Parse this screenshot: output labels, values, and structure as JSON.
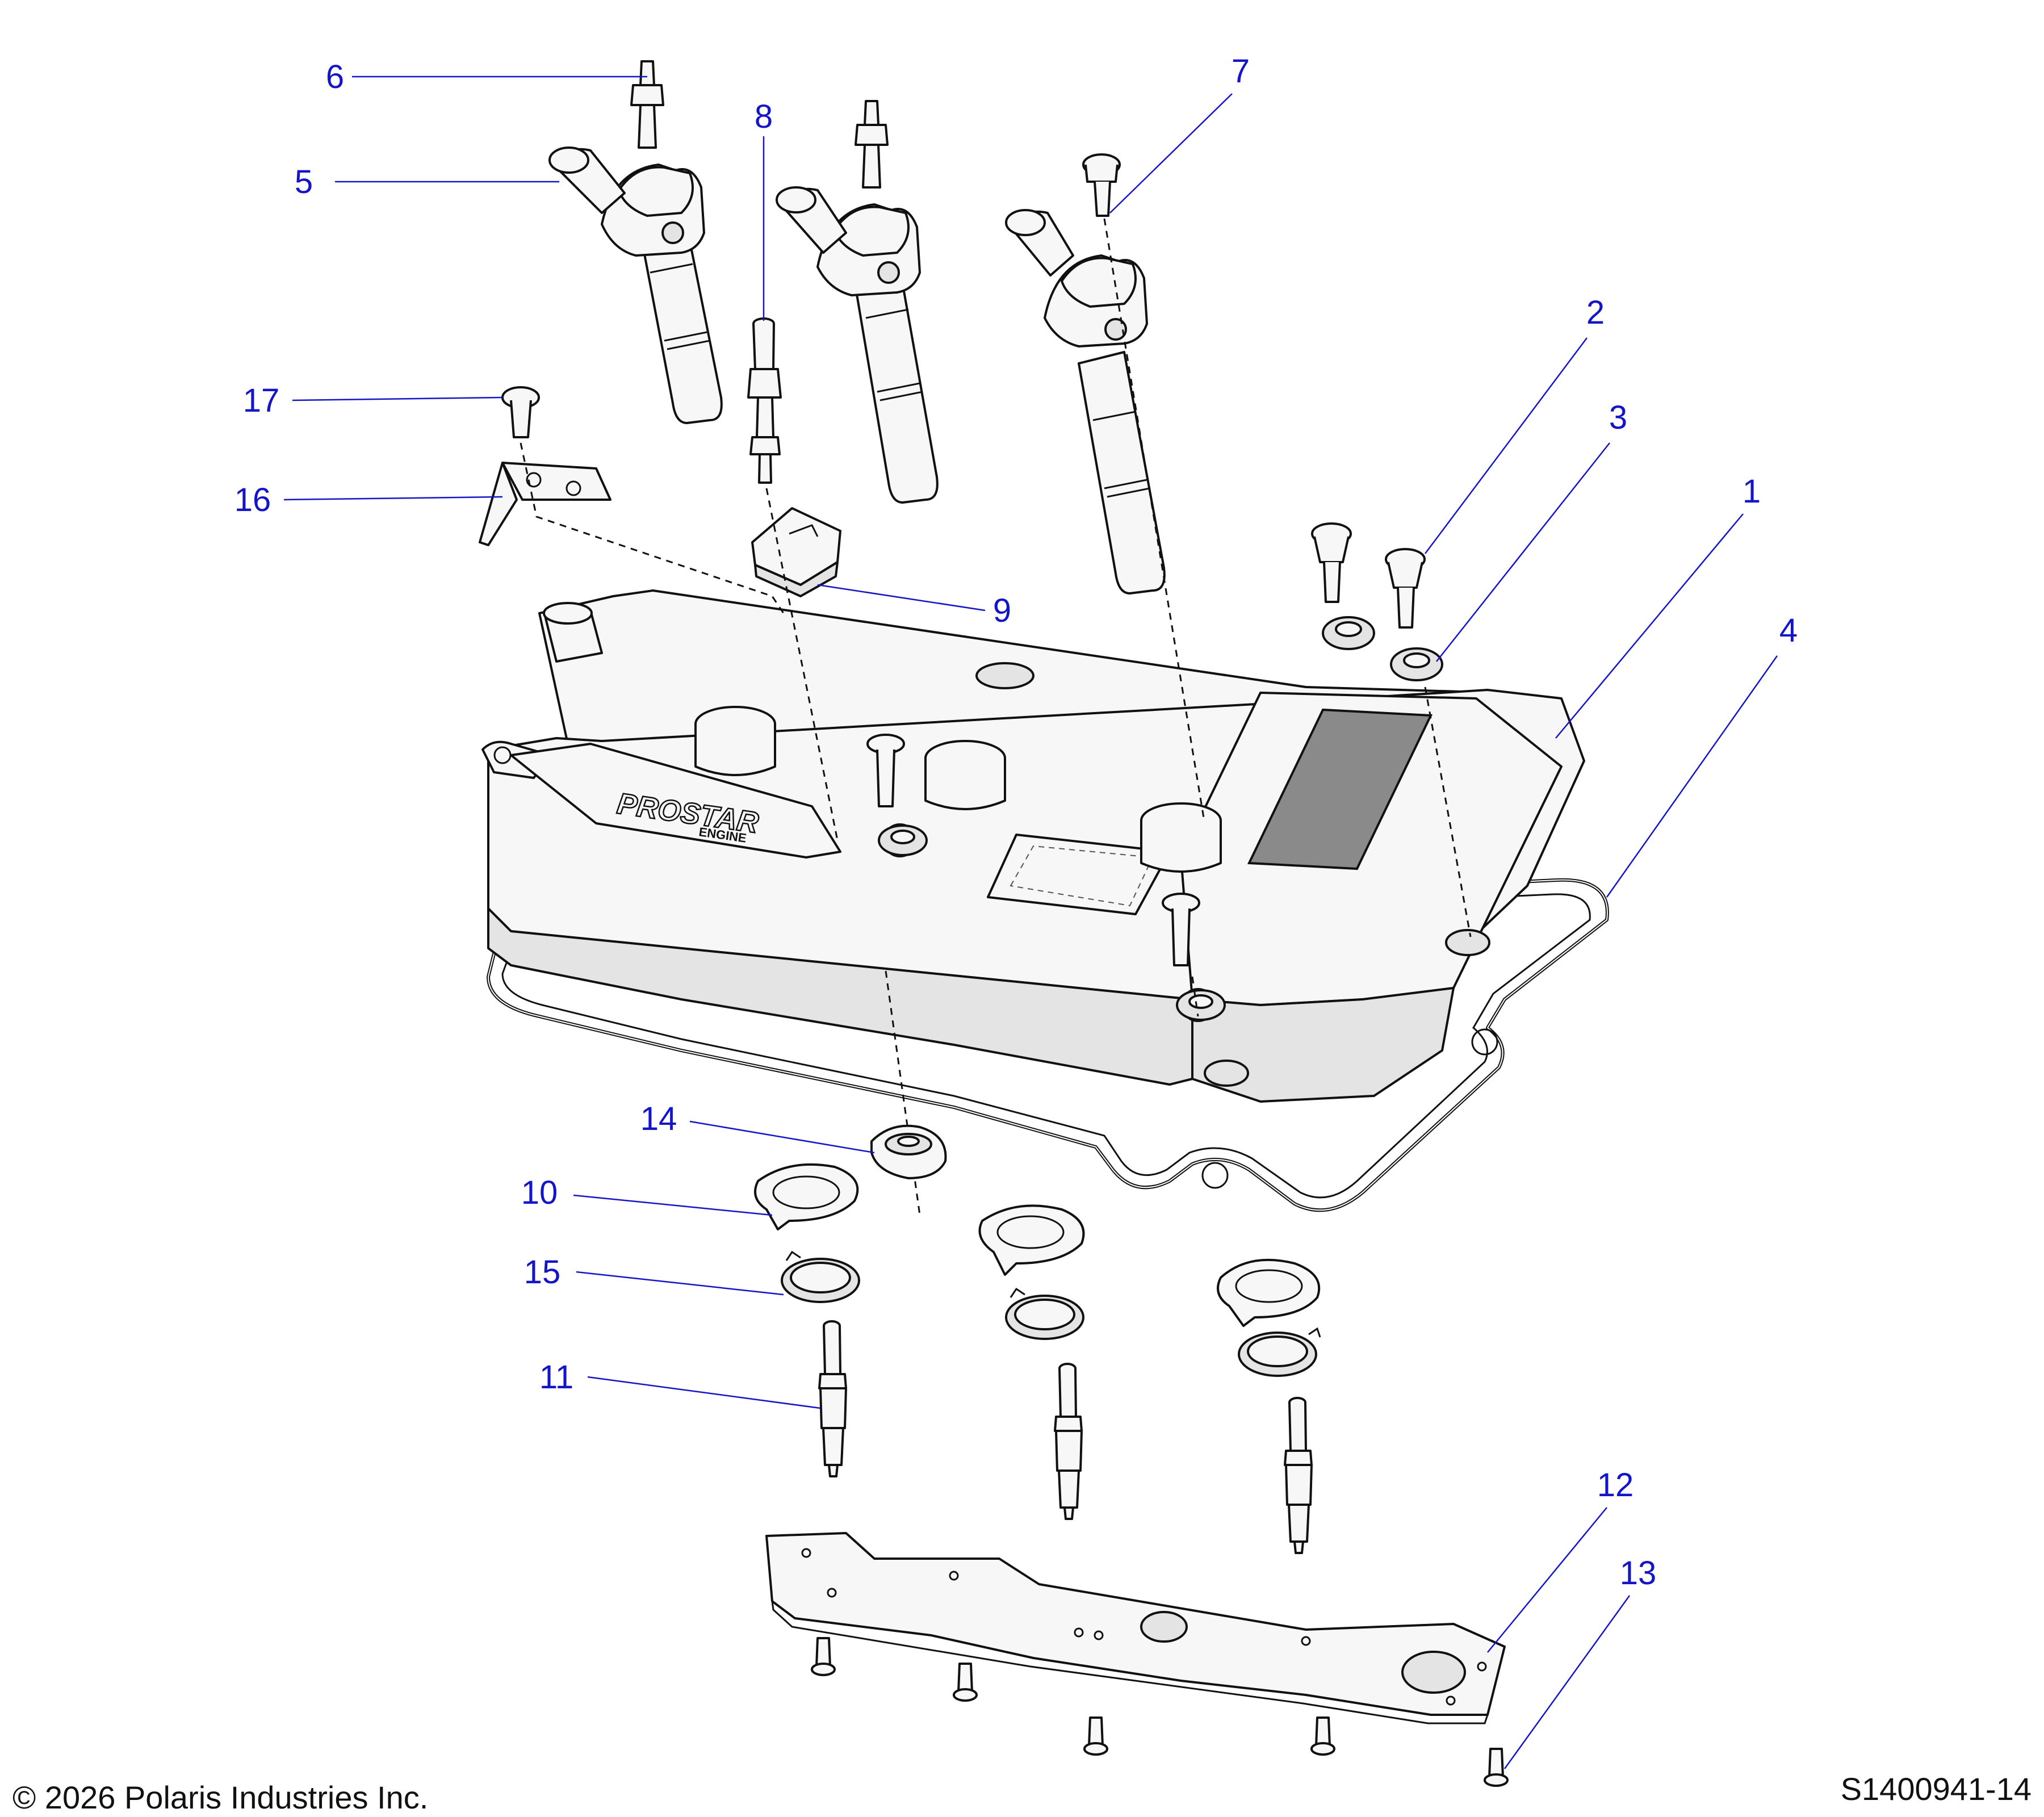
{
  "callouts": [
    {
      "id": "1",
      "label": "1"
    },
    {
      "id": "2",
      "label": "2"
    },
    {
      "id": "3",
      "label": "3"
    },
    {
      "id": "4",
      "label": "4"
    },
    {
      "id": "5",
      "label": "5"
    },
    {
      "id": "6",
      "label": "6"
    },
    {
      "id": "7",
      "label": "7"
    },
    {
      "id": "8",
      "label": "8"
    },
    {
      "id": "9",
      "label": "9"
    },
    {
      "id": "10",
      "label": "10"
    },
    {
      "id": "11",
      "label": "11"
    },
    {
      "id": "12",
      "label": "12"
    },
    {
      "id": "13",
      "label": "13"
    },
    {
      "id": "14",
      "label": "14"
    },
    {
      "id": "15",
      "label": "15"
    },
    {
      "id": "16",
      "label": "16"
    },
    {
      "id": "17",
      "label": "17"
    }
  ],
  "footer": {
    "copyright": "© 2026 Polaris Industries Inc.",
    "drawing_number": "S1400941-14"
  },
  "logo": {
    "brand": "PROSTAR",
    "sub": "ENGINE"
  },
  "colors": {
    "callout": "#1414c8",
    "line": "#111111"
  }
}
